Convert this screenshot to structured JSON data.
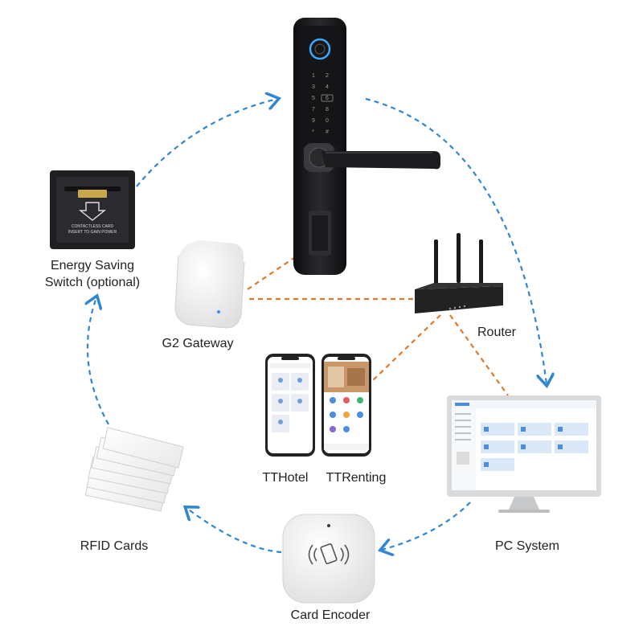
{
  "nodes": {
    "energy_switch": {
      "label_line1": "Energy Saving",
      "label_line2": "Switch (optional)",
      "plate_text_line1": "CONTACTLESS CARD",
      "plate_text_line2": "INSERT TO GAIN POWER"
    },
    "gateway": {
      "label": "G2 Gateway"
    },
    "router": {
      "label": "Router"
    },
    "app_hotel": {
      "label": "TTHotel"
    },
    "app_renting": {
      "label": "TTRenting"
    },
    "pc": {
      "label": "PC System"
    },
    "encoder": {
      "label": "Card Encoder"
    },
    "rfid": {
      "label": "RFID Cards"
    }
  },
  "colors": {
    "flow_arrow": "#2f86d3",
    "network_link": "#e07a2a",
    "lock_body": "#1b1b1d",
    "device_white": "#f3f3f3"
  },
  "icons": [
    "fingerprint-icon",
    "keypad-icon",
    "rfid-wave-icon",
    "wifi-antenna-icon"
  ]
}
